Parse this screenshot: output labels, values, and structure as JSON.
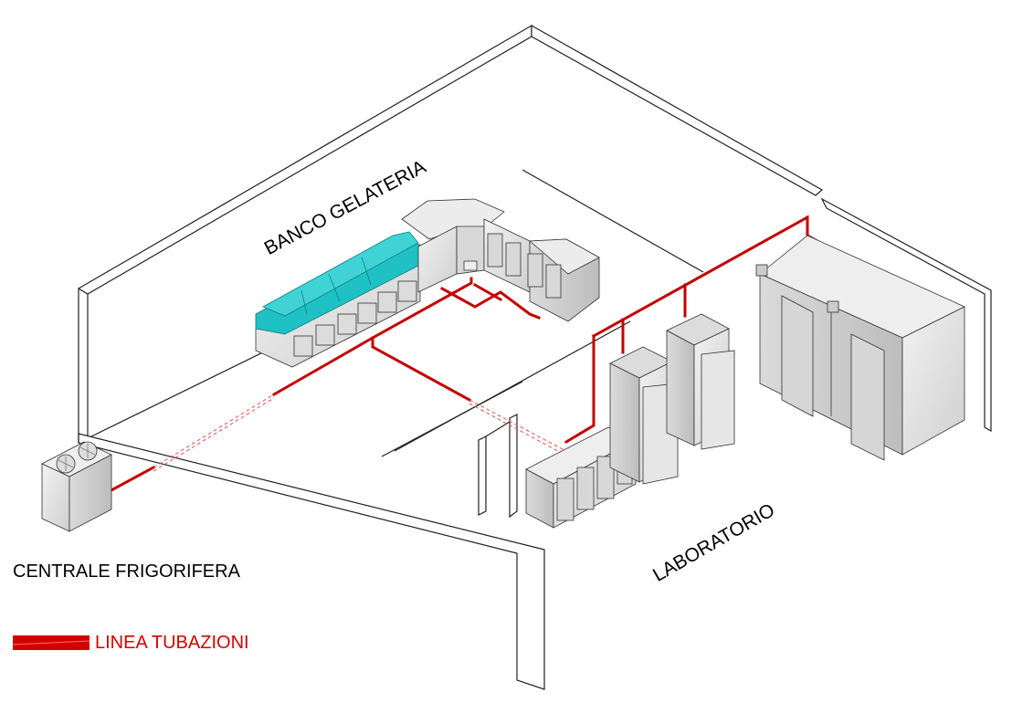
{
  "labels": {
    "banco": "BANCO GELATERIA",
    "laboratorio": "LABORATORIO",
    "centrale": "CENTRALE FRIGORIFERA"
  },
  "legend": {
    "text": "LINEA TUBAZIONI",
    "color": "#d40000"
  },
  "colors": {
    "pipe": "#c40000",
    "wall_line": "#222222",
    "unit_fill": "#e4e4e4",
    "unit_dark": "#cfcfcf",
    "glass": "#1fc1c4",
    "glass_dark": "#0e9aa0"
  }
}
